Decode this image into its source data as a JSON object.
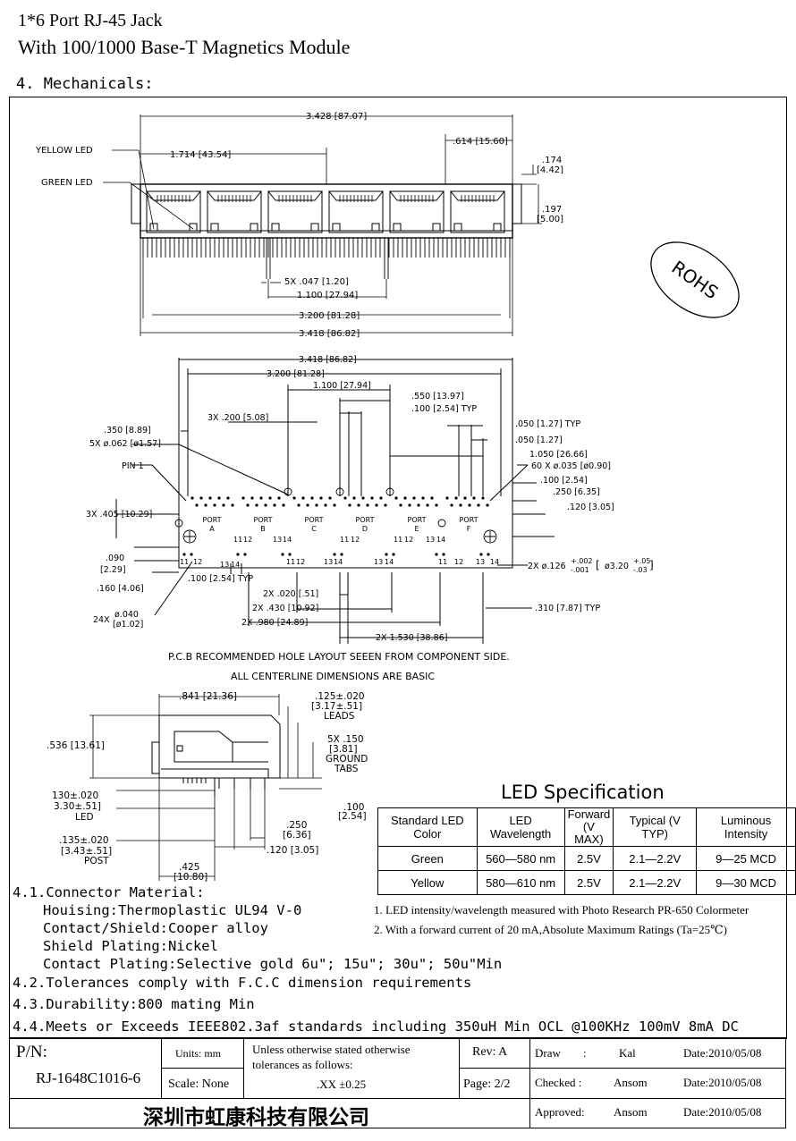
{
  "header": {
    "title_line1": "1*6 Port RJ-45 Jack",
    "title_line2": "With 100/1000 Base-T Magnetics Module",
    "section": "4. Mechanicals:"
  },
  "front_view": {
    "overall": "3.428 [87.07]",
    "half": "1.714 [43.54]",
    "right_offset": ".614 [15.60]",
    "top_dim": ".174 [4.42]",
    "side_dim": ".197 [5.00]",
    "yellow_led": "YELLOW LED",
    "green_led": "GREEN LED",
    "pin_dim": "5X .047 [1.20]",
    "pitch": "1.100 [27.94]",
    "inner_width": "3.200 [81.28]",
    "outer_width": "3.418 [86.82]"
  },
  "rohs": "ROHS",
  "pcb": {
    "d1": "3.418 [86.82]",
    "d2": "3.200 [81.28]",
    "d3": "1.100 [27.94]",
    "d4": ".550 [13.97]",
    "d5": ".100 [2.54] TYP",
    "d6": ".050 [1.27] TYP",
    "d7": ".050 [1.27]",
    "d8": "1.050 [26.66]",
    "d9": "60 X ø.035 [ø0.90]",
    "d10": ".100 [2.54]",
    "d11": ".250 [6.35]",
    "d12": ".120 [3.05]",
    "d13": ".350 [8.89]",
    "d14": "5X ø.062 [ø1.57]",
    "d15": "3X .200 [5.08]",
    "pin1": "PIN 1",
    "d16": "3X .405 [10.29]",
    "d17": ".090",
    "d17b": "[2.29]",
    "d18": ".160 [4.06]",
    "d19": ".100 [2.54] TYP",
    "d20": "2X .020 [.51]",
    "d21": "2X .430 [10.92]",
    "d22": "2X .980 [24.89]",
    "d23": "2X 1.530 [38.86]",
    "d24": ".310 [7.87] TYP",
    "d25a": "24X",
    "d25b": "ø.040",
    "d25c": "[ø1.02]",
    "d26": "2X ø.126",
    "d26tol_plus": "+.002",
    "d26tol_minus": "-.001",
    "d26mm": "ø3.20",
    "d26mm_plus": "+.05",
    "d26mm_minus": "-.03",
    "ports": [
      "A",
      "B",
      "C",
      "D",
      "E",
      "F"
    ],
    "port_label": "PORT",
    "pin_11": "11",
    "pin_12": "12",
    "pin_13": "13",
    "pin_14": "14",
    "caption1": "P.C.B RECOMMENDED HOLE LAYOUT SEEEN FROM COMPONENT SIDE.",
    "caption2": "ALL CENTERLINE DIMENSIONS ARE BASIC"
  },
  "side_view": {
    "depth": ".841 [21.36]",
    "leads1": ".125±.020",
    "leads2": "[3.17±.51]",
    "leads3": "LEADS",
    "height": ".536 [13.61]",
    "tabs1": "5X .150",
    "tabs2": "[3.81]",
    "tabs3": "GROUND",
    "tabs4": "TABS",
    "led1": "130±.020",
    "led2": "3.30±.51]",
    "led3": "LED",
    "tab100a": ".100",
    "tab100b": "[2.54]",
    "d250a": ".250",
    "d250b": "[6.36]",
    "d120": ".120 [3.05]",
    "post1": ".135±.020",
    "post2": "[3.43±.51]",
    "post3": "POST",
    "d425a": ".425",
    "d425b": "[10.80]"
  },
  "led_spec": {
    "title": "LED Specification",
    "headers": [
      "Standard LED Color",
      "LED Wavelength",
      "Forward (V MAX)",
      "Typical (V TYP)",
      "Luminous Intensity"
    ],
    "rows": [
      [
        "Green",
        "560—580 nm",
        "2.5V",
        "2.1—2.2V",
        "9—25 MCD"
      ],
      [
        "Yellow",
        "580—610 nm",
        "2.5V",
        "2.1—2.2V",
        "9—30 MCD"
      ]
    ],
    "note1": "1. LED intensity/wavelength measured with Photo Research PR-650 Colormeter",
    "note2": "2. With a forward current of 20 mA,Absolute Maximum Ratings (Ta=25℃)"
  },
  "notes": {
    "n41": "4.1.Connector Material:",
    "n41a": "Houising:Thermoplastic UL94 V-0",
    "n41b": "Contact/Shield:Cooper alloy",
    "n41c": "Shield Plating:Nickel",
    "n41d": "Contact Plating:Selective gold 6u\"; 15u\"; 30u\"; 50u\"Min",
    "n42": "4.2.Tolerances comply with F.C.C dimension requirements",
    "n43": "4.3.Durability:800 mating Min",
    "n44": "4.4.Meets or Exceeds IEEE802.3af standards including 350uH Min OCL @100KHz 100mV 8mA DC"
  },
  "title_block": {
    "pn_label": "P/N:",
    "pn": "RJ-1648C1016-6",
    "units": "Units: mm",
    "scale": "Scale: None",
    "tol1": "Unless otherwise stated otherwise",
    "tol2": "tolerances as follows:",
    "tol3": ".XX ±0.25",
    "rev": "Rev: A",
    "page": "Page: 2/2",
    "draw_label": "Draw",
    "draw_colon": ":",
    "draw_name": "Kal",
    "draw_date": "Date:2010/05/08",
    "checked_label": "Checked :",
    "checked_name": "Ansom",
    "checked_date": "Date:2010/05/08",
    "approved_label": "Approved:",
    "approved_name": "Ansom",
    "approved_date": "Date:2010/05/08",
    "company": "深圳市虹康科技有限公司"
  }
}
